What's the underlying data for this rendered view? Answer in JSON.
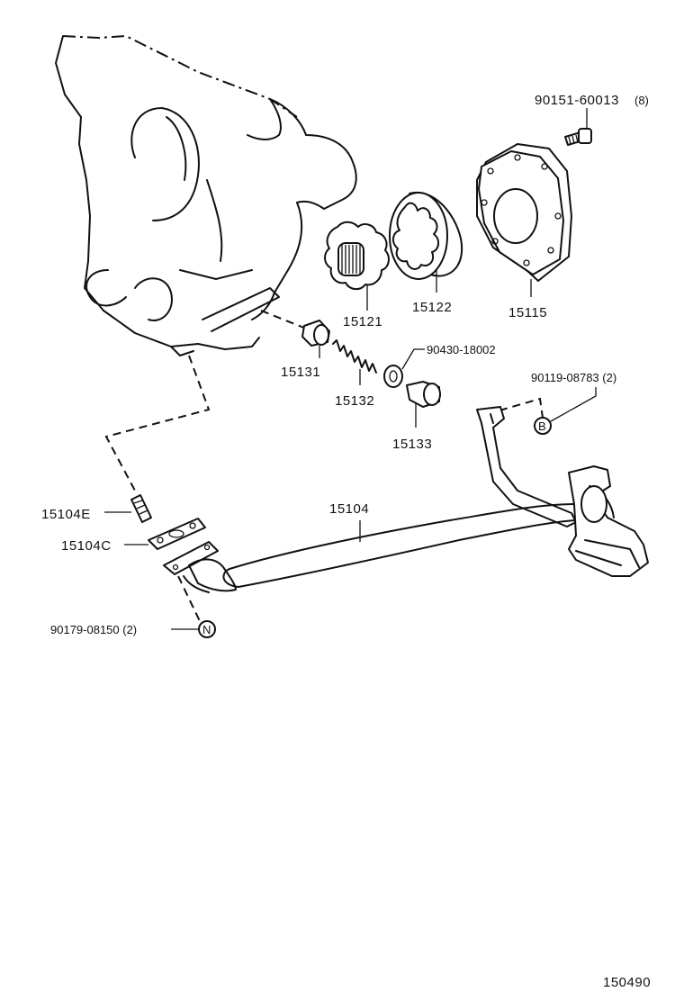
{
  "parts": {
    "p15121": "15121",
    "p15122": "15122",
    "p15115": "15115",
    "p15131": "15131",
    "p15132": "15132",
    "p15133": "15133",
    "p15104": "15104",
    "p15104E": "15104E",
    "p15104C": "15104C",
    "bolt_60013": "90151-60013",
    "bolt_60013_qty": "(8)",
    "washer_18002": "90430-18002",
    "bolt_08783": "90119-08783 (2)",
    "bolt_08150": "90179-08150 (2)"
  },
  "refs": {
    "B": "B",
    "N": "N"
  },
  "diagram_number": "150490"
}
